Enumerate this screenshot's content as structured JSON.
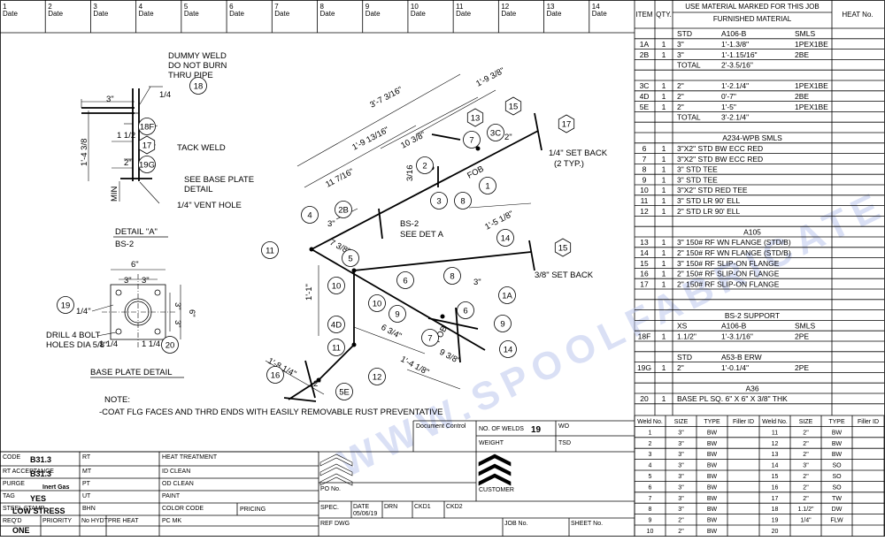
{
  "revisions": [
    {
      "no": "1",
      "label": "Date"
    },
    {
      "no": "2",
      "label": "Date"
    },
    {
      "no": "3",
      "label": "Date"
    },
    {
      "no": "4",
      "label": "Date"
    },
    {
      "no": "5",
      "label": "Date"
    },
    {
      "no": "6",
      "label": "Date"
    },
    {
      "no": "7",
      "label": "Date"
    },
    {
      "no": "8",
      "label": "Date"
    },
    {
      "no": "9",
      "label": "Date"
    },
    {
      "no": "10",
      "label": "Date"
    },
    {
      "no": "11",
      "label": "Date"
    },
    {
      "no": "12",
      "label": "Date"
    },
    {
      "no": "13",
      "label": "Date"
    },
    {
      "no": "14",
      "label": "Date"
    }
  ],
  "bom": {
    "col_item": "ITEM",
    "col_qty": "QTY.",
    "col_desc_1": "USE MATERIAL MARKED FOR THIS JOB",
    "col_desc_2": "FURNISHED MATERIAL",
    "col_heat": "HEAT No.",
    "rows": [
      {
        "item": "",
        "qty": "",
        "c1": "STD",
        "c2": "A106-B",
        "c3": "SMLS"
      },
      {
        "item": "1A",
        "qty": "1",
        "c1": "3\"",
        "c2": "1'-1.3/8\"",
        "c3": "1PEX1BE"
      },
      {
        "item": "2B",
        "qty": "1",
        "c1": "3\"",
        "c2": "1'-1.15/16\"",
        "c3": "2BE"
      },
      {
        "item": "",
        "qty": "",
        "c1": "TOTAL",
        "c2": "2'-3.5/16\"",
        "c3": ""
      },
      {
        "item": "",
        "qty": "",
        "c1": "",
        "c2": "",
        "c3": ""
      },
      {
        "item": "3C",
        "qty": "1",
        "c1": "2\"",
        "c2": "1'-2.1/4\"",
        "c3": "1PEX1BE"
      },
      {
        "item": "4D",
        "qty": "1",
        "c1": "2\"",
        "c2": "0'-7\"",
        "c3": "2BE"
      },
      {
        "item": "5E",
        "qty": "1",
        "c1": "2\"",
        "c2": "1'-5\"",
        "c3": "1PEX1BE"
      },
      {
        "item": "",
        "qty": "",
        "c1": "TOTAL",
        "c2": "3'-2.1/4\"",
        "c3": ""
      },
      {
        "item": "",
        "qty": "",
        "c1": "",
        "c2": "",
        "c3": ""
      },
      {
        "item": "",
        "qty": "",
        "c1": "",
        "c2": "A234-WPB SMLS",
        "c3": ""
      },
      {
        "item": "6",
        "qty": "1",
        "c1": "3\"X2\" STD BW ECC RED",
        "c2": "",
        "c3": ""
      },
      {
        "item": "7",
        "qty": "1",
        "c1": "3\"X2\" STD BW ECC RED",
        "c2": "",
        "c3": ""
      },
      {
        "item": "8",
        "qty": "1",
        "c1": "3\" STD TEE",
        "c2": "",
        "c3": ""
      },
      {
        "item": "9",
        "qty": "1",
        "c1": "3\" STD TEE",
        "c2": "",
        "c3": ""
      },
      {
        "item": "10",
        "qty": "1",
        "c1": "3\"X2\" STD RED TEE",
        "c2": "",
        "c3": ""
      },
      {
        "item": "11",
        "qty": "1",
        "c1": "3\" STD LR 90' ELL",
        "c2": "",
        "c3": ""
      },
      {
        "item": "12",
        "qty": "1",
        "c1": "2\" STD LR 90' ELL",
        "c2": "",
        "c3": ""
      },
      {
        "item": "",
        "qty": "",
        "c1": "",
        "c2": "",
        "c3": ""
      },
      {
        "item": "",
        "qty": "",
        "c1": "",
        "c2": "A105",
        "c3": ""
      },
      {
        "item": "13",
        "qty": "1",
        "c1": "3\" 150# RF WN FLANGE (STD/B)",
        "c2": "",
        "c3": ""
      },
      {
        "item": "14",
        "qty": "1",
        "c1": "2\" 150# RF WN FLANGE (STD/B)",
        "c2": "",
        "c3": ""
      },
      {
        "item": "15",
        "qty": "1",
        "c1": "3\" 150# RF SLIP-ON FLANGE",
        "c2": "",
        "c3": ""
      },
      {
        "item": "16",
        "qty": "1",
        "c1": "2\" 150# RF SLIP-ON FLANGE",
        "c2": "",
        "c3": ""
      },
      {
        "item": "17",
        "qty": "1",
        "c1": "2\" 150# RF SLIP-ON FLANGE",
        "c2": "",
        "c3": ""
      },
      {
        "item": "",
        "qty": "",
        "c1": "",
        "c2": "",
        "c3": ""
      },
      {
        "item": "",
        "qty": "",
        "c1": "",
        "c2": "",
        "c3": ""
      },
      {
        "item": "",
        "qty": "",
        "c1": "",
        "c2": "BS-2 SUPPORT",
        "c3": ""
      },
      {
        "item": "",
        "qty": "",
        "c1": "XS",
        "c2": "A106-B",
        "c3": "SMLS"
      },
      {
        "item": "18F",
        "qty": "1",
        "c1": "1.1/2\"",
        "c2": "1'-3.1/16\"",
        "c3": "2PE"
      },
      {
        "item": "",
        "qty": "",
        "c1": "",
        "c2": "",
        "c3": ""
      },
      {
        "item": "",
        "qty": "",
        "c1": "STD",
        "c2": "A53-B ERW",
        "c3": ""
      },
      {
        "item": "19G",
        "qty": "1",
        "c1": "2\"",
        "c2": "1'-0.1/4\"",
        "c3": "2PE"
      },
      {
        "item": "",
        "qty": "",
        "c1": "",
        "c2": "",
        "c3": ""
      },
      {
        "item": "",
        "qty": "",
        "c1": "",
        "c2": "A36",
        "c3": ""
      },
      {
        "item": "20",
        "qty": "1",
        "c1": "BASE PL SQ. 6\" X 6\" X 3/8\" THK",
        "c2": "",
        "c3": ""
      }
    ]
  },
  "welds": {
    "headers": [
      "Weld No.",
      "SIZE",
      "TYPE",
      "Filler ID",
      "Weld No.",
      "SIZE",
      "TYPE",
      "Filler ID"
    ],
    "rows": [
      [
        "1",
        "3\"",
        "BW",
        "",
        "11",
        "2\"",
        "BW",
        ""
      ],
      [
        "2",
        "3\"",
        "BW",
        "",
        "12",
        "2\"",
        "BW",
        ""
      ],
      [
        "3",
        "3\"",
        "BW",
        "",
        "13",
        "2\"",
        "BW",
        ""
      ],
      [
        "4",
        "3\"",
        "BW",
        "",
        "14",
        "3\"",
        "SO",
        ""
      ],
      [
        "5",
        "3\"",
        "BW",
        "",
        "15",
        "2\"",
        "SO",
        ""
      ],
      [
        "6",
        "3\"",
        "BW",
        "",
        "16",
        "2\"",
        "SO",
        ""
      ],
      [
        "7",
        "3\"",
        "BW",
        "",
        "17",
        "2\"",
        "TW",
        ""
      ],
      [
        "8",
        "3\"",
        "BW",
        "",
        "18",
        "1.1/2\"",
        "DW",
        ""
      ],
      [
        "9",
        "2\"",
        "BW",
        "",
        "19",
        "1/4\"",
        "FLW",
        ""
      ],
      [
        "10",
        "2\"",
        "BW",
        "",
        "20",
        "",
        "",
        " "
      ]
    ]
  },
  "doc_control": {
    "label": "Document Control",
    "no_welds_label": "NO. OF WELDS",
    "no_welds": "19",
    "wo": "WO",
    "weight": "WEIGHT",
    "tsd": "TSD",
    "customer": "CUSTOMER",
    "po_no": "PO No.",
    "spec": "SPEC.",
    "date_label": "DATE",
    "date": "05/06/19",
    "drn": "DRN",
    "ckd1": "CKD1",
    "ckd2": "CKD2",
    "ref_dwg": "REF DWG",
    "job_no": "JOB No.",
    "sheet_no": "SHEET No."
  },
  "specs": {
    "code_label": "CODE",
    "code": "B31.3",
    "rt": "RT",
    "heat_treatment": "HEAT TREATMENT",
    "rt_acceptance_label": "RT ACCEPTANCE",
    "rt_acceptance": "B31.3",
    "mt": "MT",
    "id_clean": "ID CLEAN",
    "purge_label": "PURGE",
    "purge": "Inert Gas",
    "pt": "PT",
    "od_clean": "OD CLEAN",
    "tag_label": "TAG",
    "tag": "YES",
    "ut": "UT",
    "paint": "PAINT",
    "steel_stamp_label": "STEEL STAMP",
    "steel_stamp": "LOW STRESS",
    "bhn": "BHN",
    "color_code": "COLOR CODE",
    "pricing": "PRICING",
    "reqd_label": "REQ'D",
    "reqd": "ONE",
    "priority": "PRIORITY",
    "no_hydt": "No HYDT",
    "pre_heat": "PRE HEAT",
    "pc_mk": "PC MK"
  },
  "drawing": {
    "dummy_weld": [
      "DUMMY WELD",
      "DO NOT BURN",
      "THRU PIPE"
    ],
    "tack_weld": "TACK WELD",
    "see_base_plate": [
      "SEE BASE PLATE",
      "DETAIL"
    ],
    "vent_hole": "1/4\" VENT HOLE",
    "detail_a": "DETAIL \"A\"",
    "bs2": "BS-2",
    "drill": [
      "DRILL 4 BOLT",
      "HOLES DIA 5/8\""
    ],
    "base_plate_detail": "BASE PLATE DETAIL",
    "note_title": "NOTE:",
    "note": "-COAT FLG FACES AND THRD ENDS WITH EASILY REMOVABLE RUST PREVENTATIVE",
    "set_back_1": [
      "1/4\" SET BACK",
      "(2 TYP.)"
    ],
    "set_back_2": "3/8\" SET BACK",
    "bs2_ref": [
      "BS-2",
      "SEE DET A"
    ],
    "fob": "FOB",
    "dims": {
      "d3": "3\"",
      "d14": "1/4",
      "d112": "1 1/2",
      "d2": "2\"",
      "d1438": "1'-4 3/8",
      "min": "MIN",
      "d6": "6\"",
      "d3a": "3\"",
      "d3b": "3\"",
      "d6v": "6\"",
      "d3v": "3\"",
      "d3v2": "3\"",
      "d14b": "1/4\"",
      "d114": "1 1/4",
      "d114b": "1 1/4",
      "a": "3'-7 3/16\"",
      "b": "1'-9 3/8\"",
      "c": "1'-9 13/16\"",
      "d": "10 3/8\"",
      "e": "11 7/16\"",
      "f": "1'-5 1/8\"",
      "g": "7 3/8\"",
      "h": "6 3/4\"",
      "i": "9 3/8\"",
      "j": "1'-4 1/8\"",
      "k": "1'-8 1/4\"",
      "l": "1'-1\"",
      "m": "3\"",
      "n": "2\"",
      "o": "3\"",
      "p": "2\"",
      "q": "2\"",
      "r": "3/16"
    },
    "balloons": [
      "18",
      "18F",
      "17",
      "19G",
      "20",
      "19",
      "13",
      "15",
      "17",
      "3C",
      "2",
      "7",
      "8",
      "3",
      "1",
      "2B",
      "4",
      "11",
      "5",
      "14",
      "15",
      "6",
      "8",
      "10",
      "10",
      "1A",
      "4D",
      "6",
      "9",
      "9",
      "7",
      "14",
      "11",
      "12",
      "16",
      "5E"
    ]
  },
  "watermark": "WWW.SPOOLFABRICATE.COM"
}
